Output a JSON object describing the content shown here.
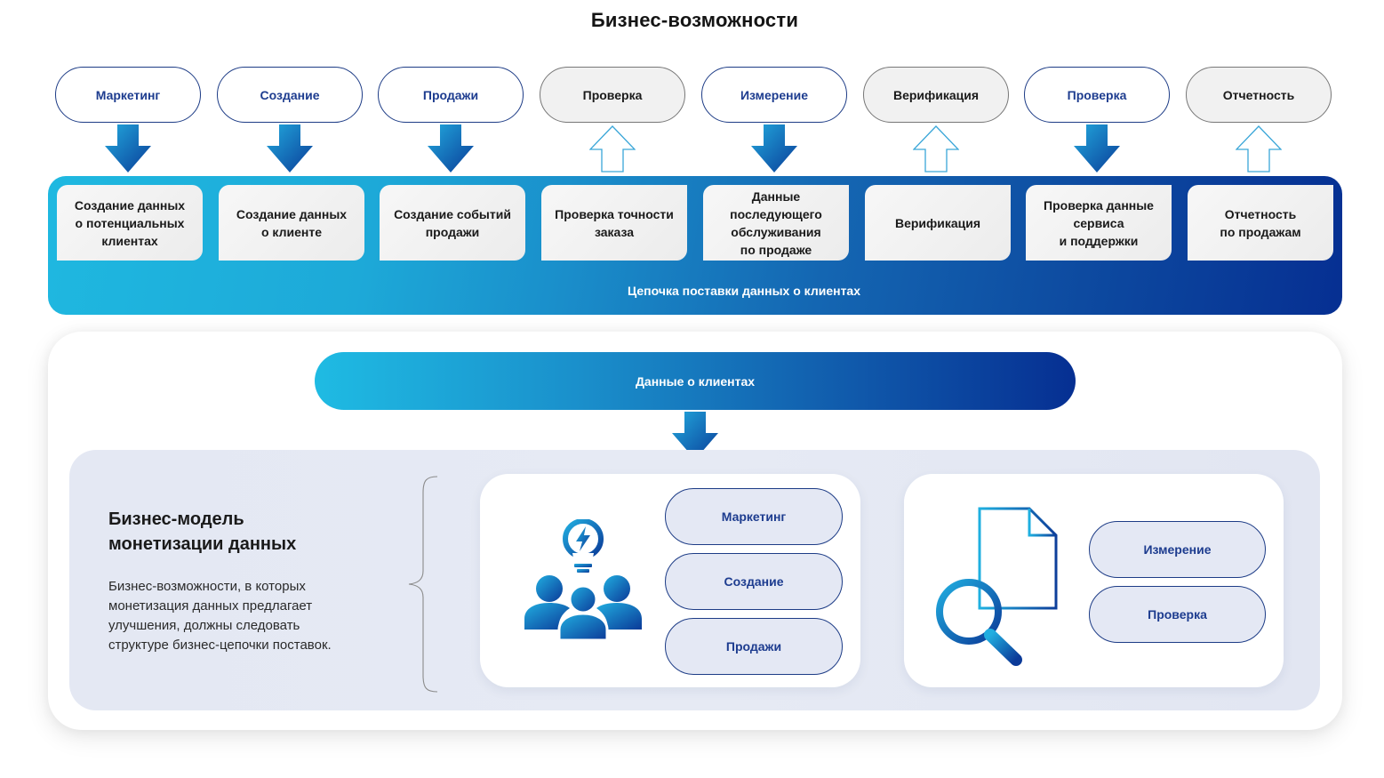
{
  "title": "Бизнес-возможности",
  "top_pills": [
    {
      "label": "Маркетинг",
      "style": "blue",
      "arrow": "down"
    },
    {
      "label": "Создание",
      "style": "blue",
      "arrow": "down"
    },
    {
      "label": "Продажи",
      "style": "blue",
      "arrow": "down"
    },
    {
      "label": "Проверка",
      "style": "grey",
      "arrow": "up"
    },
    {
      "label": "Измерение",
      "style": "blue",
      "arrow": "down"
    },
    {
      "label": "Верификация",
      "style": "grey",
      "arrow": "up"
    },
    {
      "label": "Проверка",
      "style": "blue",
      "arrow": "down"
    },
    {
      "label": "Отчетность",
      "style": "grey",
      "arrow": "up"
    }
  ],
  "chain": {
    "label": "Цепочка поставки данных о клиентах",
    "cards": [
      "Создание данных\nо потенциальных\nклиентах",
      "Создание данных\nо клиенте",
      "Создание событий\nпродажи",
      "Проверка точности\nзаказа",
      "Данные\nпоследующего\nобслуживания\nпо продаже",
      "Верификация",
      "Проверка данные\nсервиса\nи поддержки",
      "Отчетность\nпо продажам"
    ]
  },
  "customer_data": {
    "label": "Данные о клиентах"
  },
  "model": {
    "title": "Бизнес-модель\nмонетизации данных",
    "description": "Бизнес-возможности, в которых\nмонетизация данных предлагает\nулучшения, должны следовать\nструктуре  бизнес-цепочки поставок."
  },
  "panel_people": {
    "icon": "people-lightbulb-icon",
    "items": [
      "Маркетинг",
      "Создание",
      "Продажи"
    ]
  },
  "panel_doc": {
    "icon": "document-magnifier-icon",
    "items": [
      "Измерение",
      "Проверка"
    ]
  },
  "colors": {
    "accent_light": "#1fbbe3",
    "accent_dark": "#062f92",
    "pill_text": "#1d3c8f",
    "panel_bg": "#e4e8f3"
  }
}
